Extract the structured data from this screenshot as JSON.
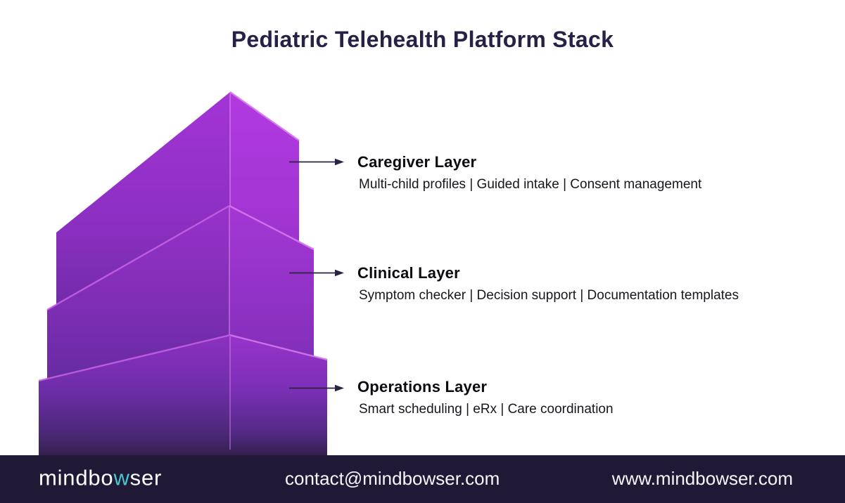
{
  "title": "Pediatric Telehealth Platform Stack",
  "layers": [
    {
      "name": "Caregiver Layer",
      "features": "Multi-child profiles | Guided intake | Consent management"
    },
    {
      "name": "Clinical Layer",
      "features": "Symptom checker | Decision support | Documentation templates"
    },
    {
      "name": "Operations Layer",
      "features": "Smart scheduling | eRx | Care coordination"
    }
  ],
  "footer": {
    "brand": {
      "pre": "mindbo",
      "accent": "w",
      "post": "ser"
    },
    "email": "contact@mindbowser.com",
    "website": "www.mindbowser.com"
  },
  "colors": {
    "title_text": "#272145",
    "body_text": "#17161c",
    "stack_purple_bright": "#b23ae0",
    "stack_purple_deep": "#3a2156",
    "edge_highlight": "#cd6ce9",
    "arrow": "#2a2343",
    "footer_background": "#1f1935",
    "brand_accent_teal": "#4cc5cd"
  }
}
